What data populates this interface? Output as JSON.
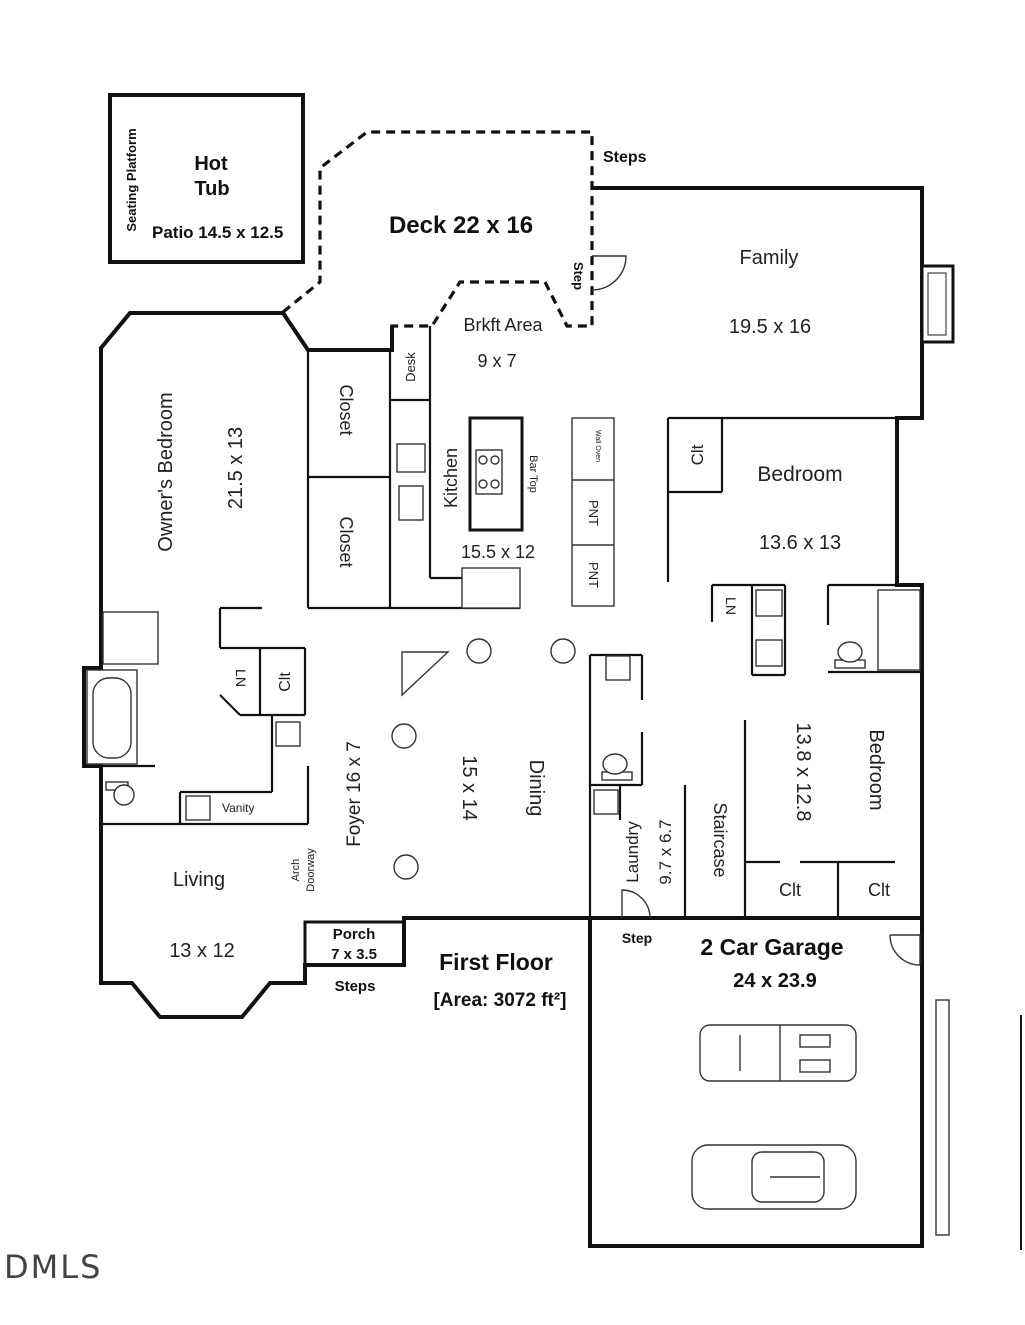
{
  "plan": {
    "title": "First Floor",
    "area": "[Area: 3072 ft²]",
    "watermark": "DMLS"
  },
  "rooms": {
    "hot_tub": [
      "Hot",
      "Tub"
    ],
    "seating_platform": "Seating Platform",
    "patio": "Patio 14.5 x 12.5",
    "deck": "Deck 22 x 16",
    "deck_steps": "Steps",
    "deck_step": "Step",
    "family": {
      "name": "Family",
      "size": "19.5 x 16"
    },
    "brkft": {
      "name": "Brkft Area",
      "size": "9 x 7"
    },
    "desk": "Desk",
    "closet_upper": "Closet",
    "closet_lower": "Closet",
    "owners_bedroom": {
      "name": "Owner's Bedroom",
      "size": "21.5 x 13"
    },
    "kitchen": {
      "name": "Kitchen",
      "size": "15.5 x 12"
    },
    "bar_top": "Bar Top",
    "wall_oven": "Wall Oven",
    "pnt_upper": "PNT",
    "pnt_lower": "PNT",
    "bedroom2": {
      "name": "Bedroom",
      "size": "13.6 x 13",
      "clt": "Clt"
    },
    "ln_right": "LN",
    "ln_left": "LN",
    "clt_left": "Clt",
    "vanity": "Vanity",
    "foyer": "Foyer 16 x 7",
    "dining": {
      "name": "Dining",
      "size": "15 x 14"
    },
    "laundry": {
      "name": "Laundry",
      "size": "9.7 x 6.7"
    },
    "staircase": "Staircase",
    "bedroom3": {
      "name": "Bedroom",
      "size": "13.8 x 12.8"
    },
    "clt_bottom_a": "Clt",
    "clt_bottom_b": "Clt",
    "living": {
      "name": "Living",
      "size": "13 x 12"
    },
    "arch_doorway": [
      "Arch",
      "Doorway"
    ],
    "porch": {
      "name": "Porch",
      "size": "7 x 3.5"
    },
    "porch_steps": "Steps",
    "garage_step": "Step",
    "garage": {
      "name": "2 Car Garage",
      "size": "24 x 23.9"
    }
  }
}
